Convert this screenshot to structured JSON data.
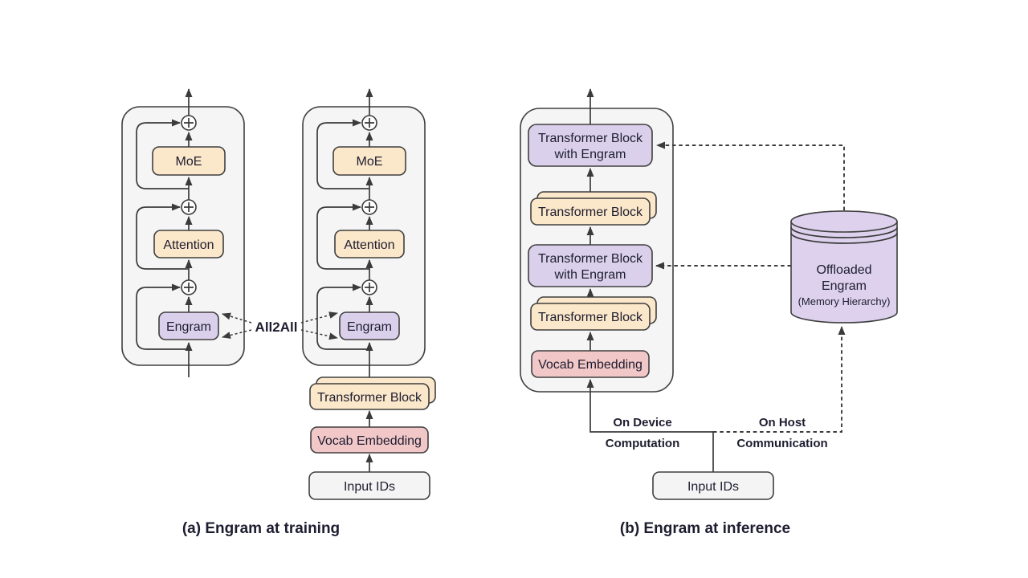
{
  "figure": {
    "training": {
      "caption": "(a) Engram at training",
      "all2all": "All2All",
      "labels": {
        "moe": "MoE",
        "attention": "Attention",
        "engram": "Engram"
      },
      "stack": {
        "transformer_block": "Transformer Block",
        "vocab_embedding": "Vocab Embedding",
        "input_ids": "Input IDs"
      }
    },
    "inference": {
      "caption": "(b) Engram at inference",
      "blocks": {
        "engram_block_line1": "Transformer Block",
        "engram_block_line2": "with Engram",
        "transformer_block": "Transformer Block",
        "vocab_embedding": "Vocab Embedding"
      },
      "input_ids": "Input IDs",
      "offloaded_engram": {
        "line1": "Offloaded",
        "line2": "Engram",
        "line3": "(Memory Hierarchy)"
      },
      "on_device": {
        "line1": "On Device",
        "line2": "Computation"
      },
      "on_host": {
        "line1": "On Host",
        "line2": "Communication"
      }
    },
    "colors": {
      "peach": "#fbe7c9",
      "purple": "#dbd0ec",
      "pink": "#f1c7c7",
      "container_fill": "#f5f5f5",
      "io_fill": "#f4f4f4",
      "cylinder_fill": "#ddd1ed",
      "line": "#3b3b3b",
      "text": "#1d1d30"
    }
  }
}
